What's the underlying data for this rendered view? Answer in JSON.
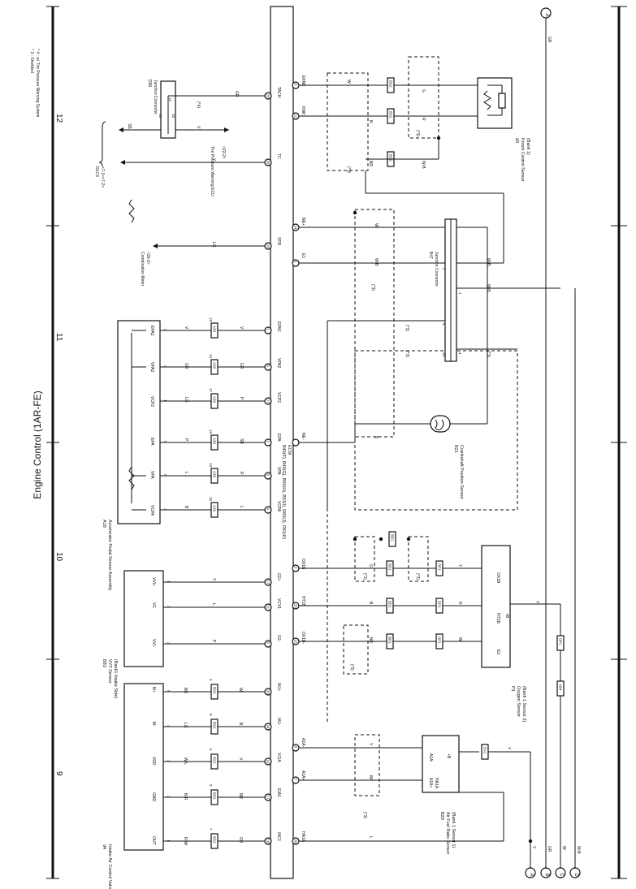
{
  "title": "Engine Control (1AR-FE)",
  "sections": [
    "9",
    "10",
    "11",
    "12"
  ],
  "notes": [
    "* 3 : Shielded",
    "* 4 : w/ Tire Pressure Warning System"
  ],
  "ecm_label": "B45(F), B49(G), B50(H), B51(I), D60(J), D61(K)",
  "ecm_name": "ECM",
  "ecm_pins": [
    {
      "pin": "20",
      "name": "HA1A"
    },
    {
      "pin": "7",
      "name": "A1A+"
    },
    {
      "pin": "6",
      "name": "A1A-"
    },
    {
      "pin": "15",
      "name": "OX1B-"
    },
    {
      "pin": "23",
      "name": "HT1B"
    },
    {
      "pin": "2",
      "name": "OX1B"
    },
    {
      "pin": "4",
      "name": "VCPA"
    },
    {
      "pin": "6",
      "name": "VPA"
    },
    {
      "pin": "2",
      "name": "EPA"
    },
    {
      "pin": "27",
      "name": "VCP2"
    },
    {
      "pin": "5",
      "name": "VPA2"
    },
    {
      "pin": "1",
      "name": "EPA2"
    },
    {
      "pin": "29",
      "name": "SPD"
    },
    {
      "pin": "35",
      "name": "TC"
    },
    {
      "pin": "23",
      "name": "TACH"
    },
    {
      "pin": "18",
      "name": "IAC1"
    },
    {
      "pin": "17",
      "name": "EIA1"
    },
    {
      "pin": "16",
      "name": "VCIA"
    },
    {
      "pin": "34",
      "name": "IA1-"
    },
    {
      "pin": "33",
      "name": "IA1+"
    },
    {
      "pin": "6",
      "name": "G2-"
    },
    {
      "pin": "11",
      "name": "VCV1"
    },
    {
      "pin": "17",
      "name": "G2+"
    },
    {
      "pin": "1",
      "name": "E1"
    },
    {
      "pin": "14",
      "name": "NE+"
    },
    {
      "pin": "",
      "name": "NE-"
    },
    {
      "pin": "12",
      "name": "KNK1"
    },
    {
      "pin": "6",
      "name": "EKNK"
    }
  ],
  "components": {
    "d4": {
      "code": "d4",
      "name": "Intake Air Control Valve Actuator",
      "pins": [
        "OUT",
        "GND",
        "VDD",
        "M-",
        "M+"
      ],
      "nums": [
        "1",
        "2",
        "3",
        "4",
        "5"
      ]
    },
    "b83": {
      "code": "B83",
      "name": "VVT Sensor",
      "sub": "(Bank1 Intake Side)",
      "pins": [
        "VVI-",
        "VC",
        "VVI+"
      ],
      "nums": [
        "2",
        "3",
        "1"
      ]
    },
    "a18": {
      "code": "A18",
      "name": "Accelerator Pedal Sensor Assembly",
      "pins": [
        "VCPA",
        "VPA",
        "EPA",
        "VCP2",
        "VPA2",
        "EPA2"
      ],
      "nums": [
        "4",
        "6",
        "5",
        "1",
        "3",
        "2"
      ]
    },
    "b56": {
      "code": "D56",
      "name": "Junction Connector",
      "nums": [
        "13",
        "15",
        "12"
      ]
    },
    "b20": {
      "code": "B20",
      "name": "Air Fuel Ratio Sensor",
      "sub": "(Bank 1 Sensor 1)",
      "pins": [
        "HA1A",
        "A1A+",
        "A1A-",
        "+B"
      ],
      "nums": [
        "1",
        "3",
        "4",
        "2"
      ]
    },
    "p1": {
      "code": "P1",
      "name": "Oxygen Sensor",
      "sub": "(Bank 1 Sensor 2)",
      "pins": [
        "E2",
        "HT1B",
        "+B",
        "OX1B"
      ],
      "nums": [
        "4",
        "1",
        "2",
        "3"
      ]
    },
    "b21": {
      "code": "B21",
      "name": "Crankshaft Position Sensor",
      "nums": [
        "2",
        "1"
      ]
    },
    "b47": {
      "code": "B47",
      "name": "Junction Connector",
      "nums": [
        "2",
        "1",
        "8",
        "10",
        "4"
      ]
    },
    "d3": {
      "code": "d3",
      "name": "Knock Control Sensor",
      "sub": "(Bank 1)",
      "nums": [
        "1",
        "2"
      ]
    }
  },
  "refs": {
    "combination_meter": "Combination Meter",
    "combination_meter_ref": "<26-2>",
    "dlc3": "DLC3",
    "dlc3_ref": "<7-1><7-2>",
    "tpw": "Tire Pressure Warning ECU",
    "tpw_ref": "<22-2>",
    "sb": "SB",
    "note4": "(*4)"
  },
  "wire_colors": {
    "iac": [
      "GR",
      "BR",
      "V",
      "B",
      "W"
    ],
    "iac_d4": [
      "R-W",
      "B-R",
      "W-L",
      "LG",
      "BR"
    ],
    "vvt": [
      "P",
      "L",
      "Y"
    ],
    "app_ecm": [
      "L",
      "R",
      "SB",
      "P",
      "GR",
      "V"
    ],
    "app_a18": [
      "B",
      "L",
      "P",
      "LG",
      "GR",
      "V"
    ],
    "spd": "LG",
    "tc": "Y",
    "tach": "GR",
    "tach_v": "V",
    "afs": [
      "L",
      "BR",
      "Y"
    ],
    "o2_ecm": [
      "BR",
      "B",
      "G"
    ],
    "o2_p1": [
      "W",
      "R",
      "Y"
    ],
    "e1": "W-B",
    "ne": [
      "W",
      "B"
    ],
    "knk": [
      "BR",
      "B",
      "W"
    ],
    "knk_d3": [
      "W-B",
      "R",
      "G"
    ],
    "bus": [
      "Y",
      "GR",
      "W",
      "W-B"
    ]
  },
  "connectors": {
    "a39": "A39",
    "bd1": "BD1",
    "dp1": "DP1",
    "ea1": "EA1",
    "ab4": "AB4",
    "bs2": "BS2",
    "bk2": "BK2"
  },
  "terminals": [
    "A",
    "B",
    "C",
    "D"
  ],
  "shielded": "(*3)"
}
